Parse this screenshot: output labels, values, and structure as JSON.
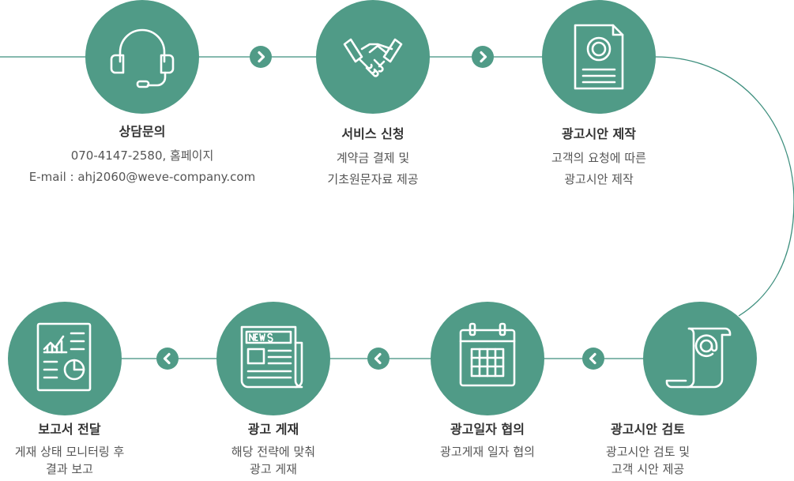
{
  "colors": {
    "circle": "#509b87",
    "line": "#3e8f7e",
    "icon_stroke": "#ffffff",
    "title_text": "#333333",
    "desc_text": "#555555"
  },
  "steps": [
    {
      "icon": "headset-icon",
      "title": "상담문의",
      "lines": [
        "070-4147-2580, 홈페이지",
        "E-mail : ahj2060@weve-company.com"
      ]
    },
    {
      "icon": "handshake-icon",
      "title": "서비스 신청",
      "lines": [
        "계약금 결제 및",
        "기초원문자료 제공"
      ]
    },
    {
      "icon": "document-icon",
      "title": "광고시안 제작",
      "lines": [
        "고객의 요청에 따른",
        "광고시안 제작"
      ]
    },
    {
      "icon": "scroll-mail-icon",
      "title": "광고시안 검토",
      "lines": [
        "광고시안 검토 및",
        "고객 시안 제공"
      ]
    },
    {
      "icon": "calendar-icon",
      "title": "광고일자 협의",
      "lines": [
        "광고게재 일자 협의"
      ]
    },
    {
      "icon": "newspaper-icon",
      "title": "광고 게재",
      "lines": [
        "해당 전략에 맞춰",
        "광고 게재"
      ]
    },
    {
      "icon": "report-icon",
      "title": "보고서 전달",
      "lines": [
        "게재 상태 모니터링 후",
        "결과 보고"
      ]
    }
  ],
  "arrows": [
    {
      "icon": "chevron-right-icon"
    },
    {
      "icon": "chevron-right-icon"
    },
    {
      "icon": "chevron-left-icon"
    },
    {
      "icon": "chevron-left-icon"
    },
    {
      "icon": "chevron-left-icon"
    }
  ]
}
